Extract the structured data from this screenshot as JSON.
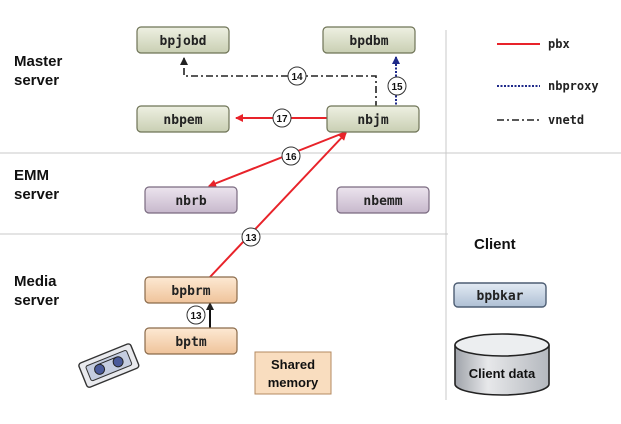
{
  "rows": {
    "master_line1": "Master",
    "master_line2": "server",
    "emm_line1": "EMM",
    "emm_line2": "server",
    "media_line1": "Media",
    "media_line2": "server"
  },
  "client_label": "Client",
  "processes": {
    "bpjobd": "bpjobd",
    "bpdbm": "bpdbm",
    "nbpem": "nbpem",
    "nbjm": "nbjm",
    "nbrb": "nbrb",
    "nbemm": "nbemm",
    "bpbrm": "bpbrm",
    "bptm": "bptm",
    "bpbkar": "bpbkar"
  },
  "legend": {
    "pbx": "pbx",
    "nbproxy": "nbproxy",
    "vnetd": "vnetd"
  },
  "steps": {
    "s14": "14",
    "s15": "15",
    "s17": "17",
    "s16": "16",
    "s13a": "13",
    "s13b": "13"
  },
  "shared_memory": {
    "line1": "Shared",
    "line2": "memory"
  },
  "client_data": "Client data",
  "colors": {
    "pbx": "#e8232a",
    "nbproxy": "#1f2a8a",
    "vnetd": "#222222",
    "master_box": "#dfe3cf",
    "emm_box": "#ddd3e0",
    "media_box": "#f6d8b8",
    "client_box": "#c9d6e6"
  }
}
